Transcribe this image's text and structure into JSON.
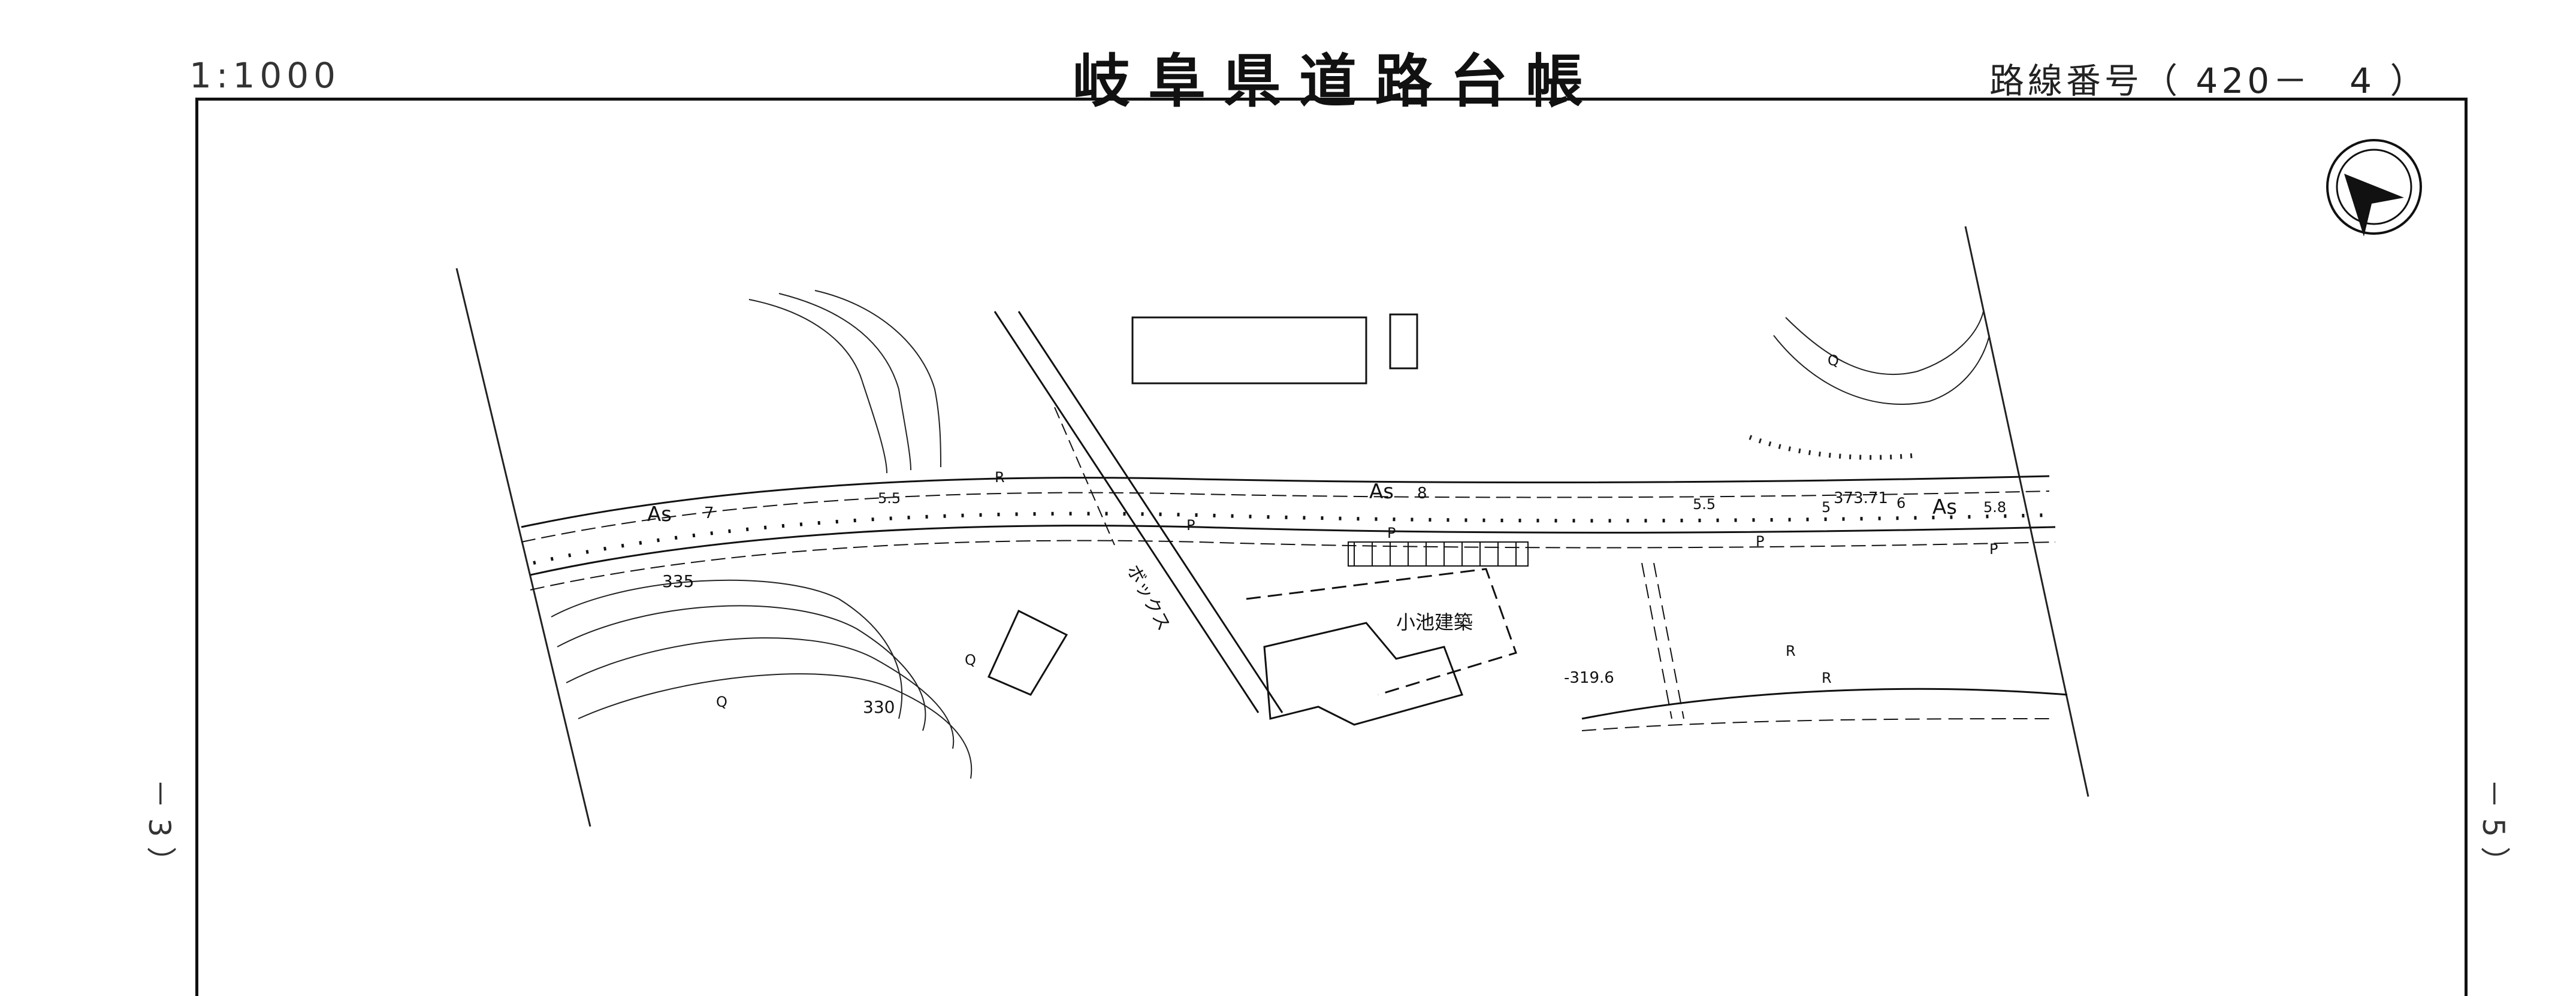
{
  "header": {
    "scale": "1:1000",
    "title": "岐阜県道路台帳",
    "route": "路線番号（ 420－　4 ）"
  },
  "side": {
    "left": "－ 3 ）",
    "right": "－ 5 ）"
  },
  "map": {
    "road_labels": {
      "as1": "As",
      "as2": "As",
      "as3": "As",
      "as_width": "8",
      "w1": "7",
      "w2": "5.5",
      "w3": "5.5",
      "w4": "5",
      "w5": "5.8",
      "w6": "6"
    },
    "contours": {
      "c335": "335",
      "c330": "330",
      "elev1": "373.71",
      "elev2": "-319.6"
    },
    "place_labels": {
      "building": "小池建築",
      "box": "ボックス"
    },
    "symbols": {
      "r1": "R",
      "r2": "R",
      "r3": "R",
      "p1": "P",
      "p2": "P",
      "p3": "P",
      "p4": "P",
      "q1": "Q",
      "q2": "Q",
      "q3": "Q"
    },
    "icons": {
      "north": "north-arrow-icon"
    }
  }
}
